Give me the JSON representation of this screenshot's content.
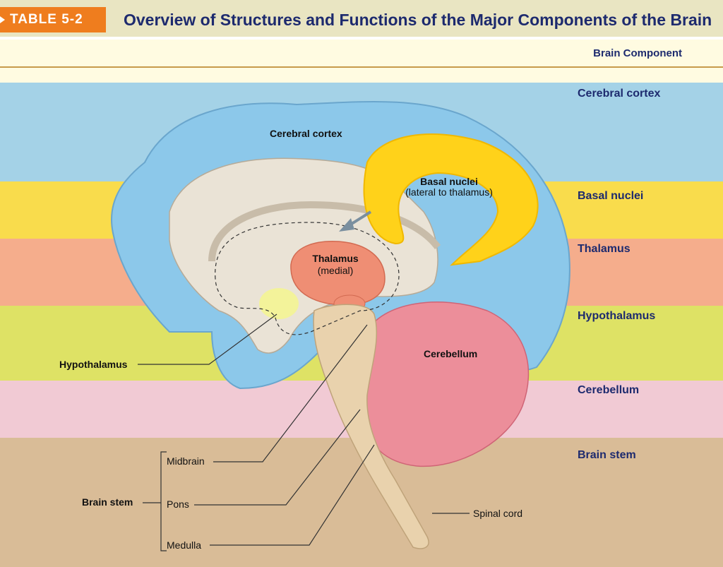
{
  "header": {
    "table_tag": "TABLE 5-2",
    "title": "Overview of Structures and Functions of the Major Components of the Brain"
  },
  "column_header": "Brain Component",
  "bands": [
    {
      "label": "Cerebral cortex",
      "color": "#a4d2e7"
    },
    {
      "label": "Basal nuclei",
      "color": "#f9dc4c"
    },
    {
      "label": "Thalamus",
      "color": "#f5ad8c"
    },
    {
      "label": "Hypothalamus",
      "color": "#dee265"
    },
    {
      "label": "Cerebellum",
      "color": "#f1cad4"
    },
    {
      "label": "Brain stem",
      "color": "#d9bc97"
    }
  ],
  "figure_labels": {
    "cerebral_cortex": "Cerebral cortex",
    "basal_nuclei": "Basal nuclei",
    "basal_nuclei_note": "(lateral to thalamus)",
    "thalamus": "Thalamus",
    "thalamus_note": "(medial)",
    "hypothalamus": "Hypothalamus",
    "cerebellum": "Cerebellum",
    "brain_stem": "Brain stem",
    "midbrain": "Midbrain",
    "pons": "Pons",
    "medulla": "Medulla",
    "spinal_cord": "Spinal cord"
  },
  "colors": {
    "header_bg": "#e9e5c2",
    "tag_orange": "#ef7d1e",
    "title_navy": "#1d2a6e",
    "cortex_blue": "#8cc8ea",
    "basal_yellow": "#ffd21a",
    "thalamus_salmon": "#ef8e74",
    "cerebellum_pink": "#ec8e9a",
    "stem_beige": "#e9d2ad"
  }
}
